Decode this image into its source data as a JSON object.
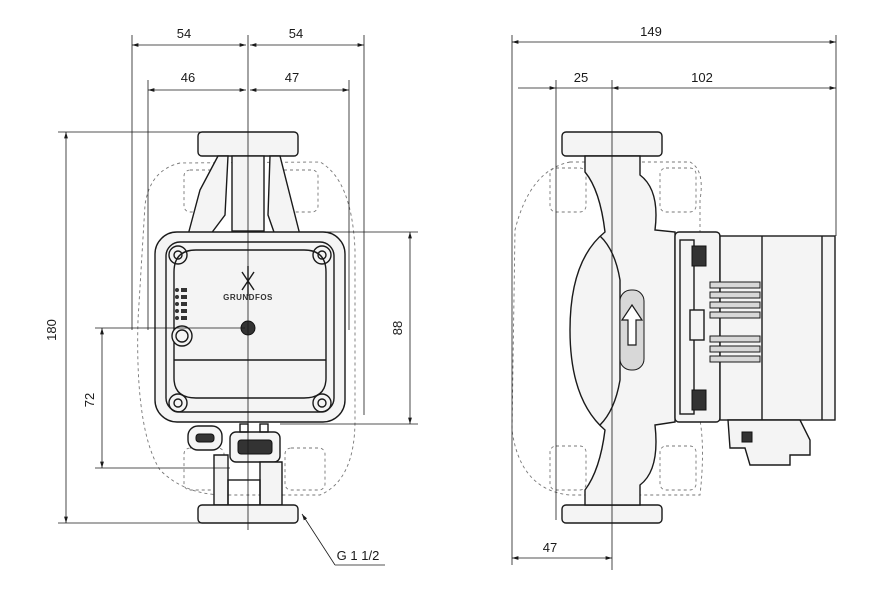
{
  "dimensions": {
    "front_top_left": "54",
    "front_top_right": "54",
    "front_inner_left": "46",
    "front_inner_right": "47",
    "front_height_total": "180",
    "front_height_axis": "72",
    "front_height_box": "88",
    "thread_label": "G 1 1/2",
    "side_total_width": "149",
    "side_flange_offset": "25",
    "side_motor_length": "102",
    "side_bottom_offset": "47"
  },
  "brand": {
    "logo_text": "GRUNDFOS"
  },
  "colors": {
    "line": "#1a1a1a",
    "fill": "#f4f4f4",
    "dashed": "#777777"
  }
}
